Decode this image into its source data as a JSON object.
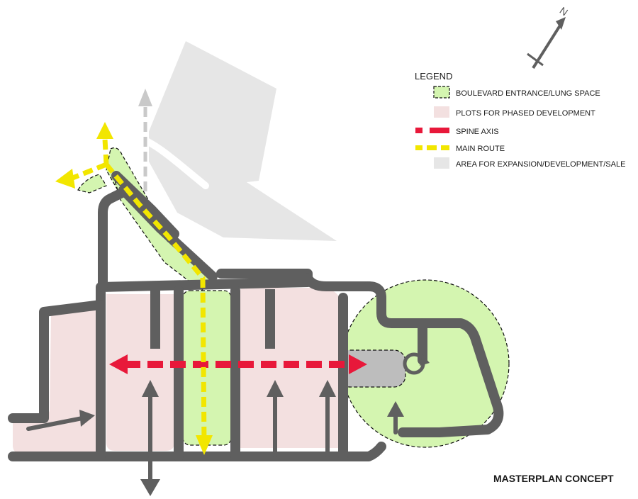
{
  "legend": {
    "title": "LEGEND",
    "items": [
      {
        "label": "BOULEVARD ENTRANCE/LUNG SPACE",
        "color": "#d4f5b0"
      },
      {
        "label": "PLOTS FOR PHASED DEVELOPMENT",
        "color": "#f3e0e0"
      },
      {
        "label": "SPINE AXIS",
        "color": "#e8183a"
      },
      {
        "label": "MAIN ROUTE",
        "color": "#f2e600"
      },
      {
        "label": "AREA FOR EXPANSION/DEVELOPMENT/SALE",
        "color": "#e6e6e6"
      }
    ]
  },
  "compass": {
    "label": "N"
  },
  "caption": "MASTERPLAN CONCEPT",
  "colors": {
    "road": "#5f5f5f",
    "lung": "#d4f5b0",
    "plot": "#f3e0e0",
    "expansion": "#e6e6e6",
    "spine": "#e8183a",
    "route": "#f2e600",
    "hub": "#bdbdbd"
  }
}
